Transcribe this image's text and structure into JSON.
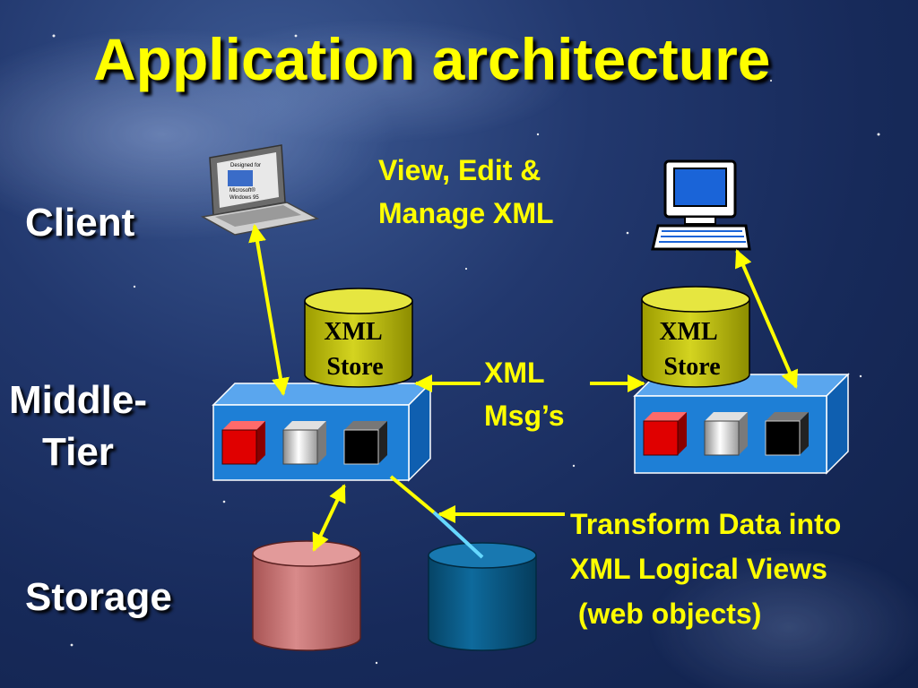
{
  "title": "Application architecture",
  "tiers": {
    "client": "Client",
    "middle_line1": "Middle-",
    "middle_line2": "Tier",
    "storage": "Storage"
  },
  "annotations": {
    "view_edit_line1": "View, Edit &",
    "view_edit_line2": "Manage XML",
    "xml_msgs_line1": "XML",
    "xml_msgs_line2": "Msg’s",
    "transform_line1": "Transform Data into",
    "transform_line2": "XML Logical Views",
    "transform_line3": " (web objects)"
  },
  "xml_store_left": {
    "line1": "XML",
    "line2": "Store"
  },
  "xml_store_right": {
    "line1": "XML",
    "line2": "Store"
  },
  "laptop_sticker": {
    "line1": "Designed for",
    "line2": "Microsoft®",
    "line3": "Windows 95"
  },
  "colors": {
    "title": "#ffff00",
    "annotation": "#ffff00",
    "arrow": "#ffff00",
    "tier_label": "#ffffff",
    "server_box": "#1e7fd6",
    "xml_store": "#c8c800",
    "storage_pink": "#c46c6c",
    "storage_blue": "#0b5e8c"
  }
}
